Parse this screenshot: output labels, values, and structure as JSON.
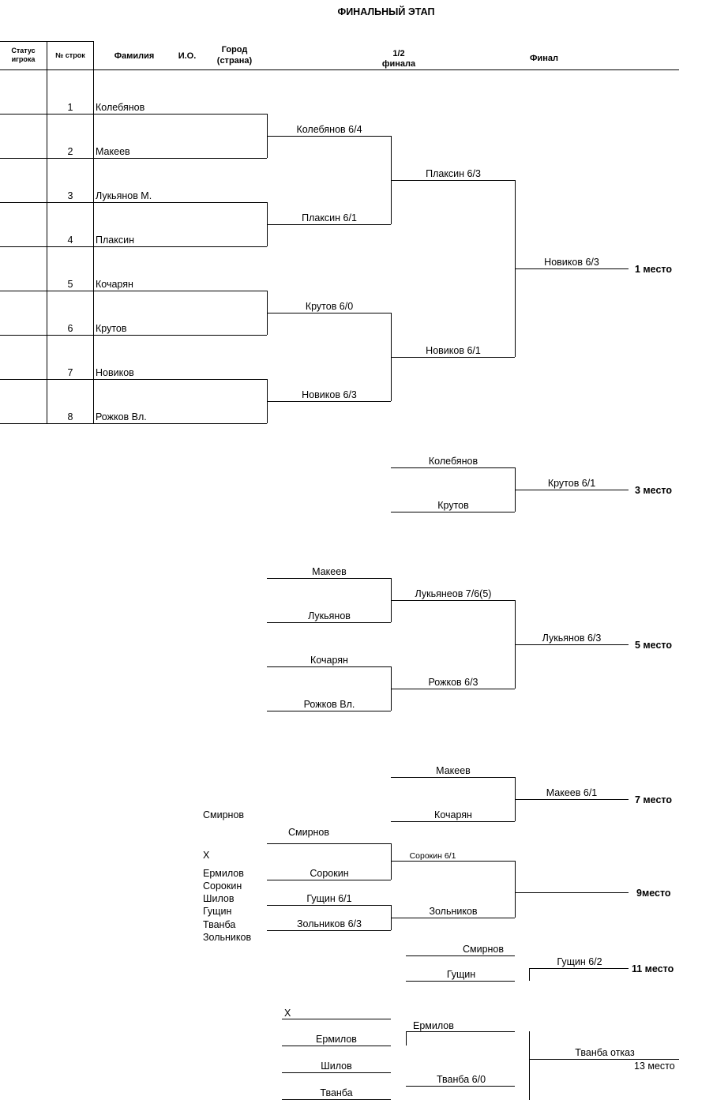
{
  "title": "ФИНАЛЬНЫЙ ЭТАП",
  "headers": {
    "status_line1": "Статус",
    "status_line2": "игрока",
    "row_no": "№ строк",
    "surname": "Фамилия",
    "initials": "И.О.",
    "city_line1": "Город",
    "city_line2": "(страна)",
    "semi_line1": "1/2",
    "semi_line2": "финала",
    "final": "Финал"
  },
  "players": [
    {
      "no": "1",
      "name": "Колебянов"
    },
    {
      "no": "2",
      "name": "Макеев"
    },
    {
      "no": "3",
      "name": "Лукьянов М."
    },
    {
      "no": "4",
      "name": "Плаксин"
    },
    {
      "no": "5",
      "name": "Кочарян"
    },
    {
      "no": "6",
      "name": "Крутов"
    },
    {
      "no": "7",
      "name": "Новиков"
    },
    {
      "no": "8",
      "name": "Рожков Вл."
    }
  ],
  "main_bracket": {
    "qf": [
      "Колебянов 6/4",
      "Плаксин 6/1",
      "Крутов 6/0",
      "Новиков 6/3"
    ],
    "sf": [
      "Плаксин 6/3",
      "Новиков 6/1"
    ],
    "final": "Новиков 6/3",
    "place": "1 место"
  },
  "third_place": {
    "players": [
      "Колебянов",
      "Крутов"
    ],
    "winner": "Крутов 6/1",
    "place": "3 место"
  },
  "fifth_place": {
    "players": [
      "Макеев",
      "Лукьянов",
      "Кочарян",
      "Рожков Вл."
    ],
    "sf": [
      "Лукьянеов 7/6(5)",
      "Рожков 6/3"
    ],
    "winner": "Лукьянов 6/3",
    "place": "5 место"
  },
  "seventh_place": {
    "players": [
      "Макеев",
      "Кочарян"
    ],
    "winner": "Макеев 6/1",
    "place": "7 место"
  },
  "ninth_group": {
    "list": [
      "Смирнов",
      "Х",
      "Ермилов",
      "Сорокин",
      "Шилов",
      "Гущин",
      "Тванба",
      "Зольников"
    ],
    "r1": [
      "Смирнов",
      "Сорокин",
      "Гущин 6/1",
      "Зольников 6/3"
    ],
    "r2": [
      "Сорокин 6/1",
      "Зольников"
    ],
    "place": "9место"
  },
  "eleventh_place": {
    "players": [
      "Смирнов",
      "Гущин"
    ],
    "winner": "Гущин 6/2",
    "place": "11 место"
  },
  "thirteenth_place": {
    "r1": [
      "Х",
      "Ермилов",
      "Шилов",
      "Тванба"
    ],
    "r2": [
      "Ермилов",
      "Тванба 6/0"
    ],
    "winner": "Тванба отказ",
    "place": "13 место"
  }
}
